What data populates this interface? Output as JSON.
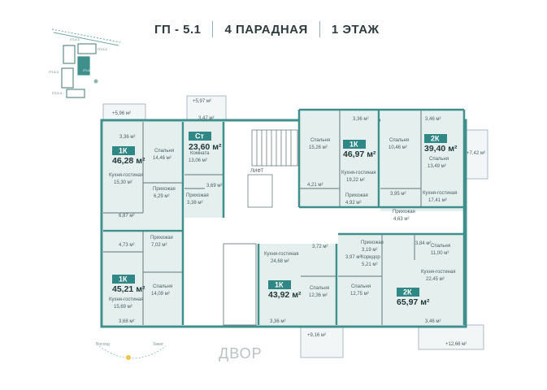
{
  "header": {
    "building": "ГП - 5.1",
    "entrance": "4 ПАРАДНАЯ",
    "floor": "1 ЭТАЖ"
  },
  "minimap": {
    "labels": [
      "ГП-5.1",
      "ГП-5.2",
      "ГП-5.3",
      "ГП-5.4",
      "ГП-6.1"
    ]
  },
  "court_label": "ДВОР",
  "compass": {
    "left": "Восход",
    "right": "Закат"
  },
  "colors": {
    "wall": "#3f8f8c",
    "apartment_fill": "#e4efee",
    "badge": "#2f8885",
    "terrace": "#f3f6f6"
  },
  "apartments": [
    {
      "id": "a1",
      "type": "1К",
      "area": "46,28 м²"
    },
    {
      "id": "a2",
      "type": "Ст",
      "area": "23,60 м²"
    },
    {
      "id": "a3",
      "type": "1К",
      "area": "46,97 м²"
    },
    {
      "id": "a4",
      "type": "2К",
      "area": "39,40 м²"
    },
    {
      "id": "a5",
      "type": "1К",
      "area": "45,21 м²"
    },
    {
      "id": "a6",
      "type": "1К",
      "area": "43,92 м²"
    },
    {
      "id": "a7",
      "type": "2К",
      "area": "65,97 м²"
    }
  ],
  "rooms": [
    {
      "name": "Спальня",
      "area": "14,46 м²"
    },
    {
      "name": "Кухня-гостиная",
      "area": "15,30 м²"
    },
    {
      "name": "Прихожая",
      "area": "6,29 м²"
    },
    {
      "name": "Комната",
      "area": "13,06 м²"
    },
    {
      "name": "Прихожая",
      "area": "3,38 м²"
    },
    {
      "name": "Спальня",
      "area": "15,26 м²"
    },
    {
      "name": "Кухня-гостиная",
      "area": "19,22 м²"
    },
    {
      "name": "Прихожая",
      "area": "4,92 м²"
    },
    {
      "name": "Спальня",
      "area": "10,46 м²"
    },
    {
      "name": "Спальня",
      "area": "13,49 м²"
    },
    {
      "name": "Кухня-гостиная",
      "area": "17,41 м²"
    },
    {
      "name": "Прихожая",
      "area": "4,63 м²"
    },
    {
      "name": "Прихожая",
      "area": "7,02 м²"
    },
    {
      "name": "Спальня",
      "area": "14,09 м²"
    },
    {
      "name": "Кухня-гостиная",
      "area": "15,69 м²"
    },
    {
      "name": "Кухня-гостиная",
      "area": "24,68 м²"
    },
    {
      "name": "Спальня",
      "area": "12,36 м²"
    },
    {
      "name": "Прихожая",
      "area": "3,19 м²"
    },
    {
      "name": "Коридор",
      "area": "5,21 м²"
    },
    {
      "name": "Спальня",
      "area": "11,00 м²"
    },
    {
      "name": "Кухня-гостиная",
      "area": "22,45 м²"
    },
    {
      "name": "Спальня",
      "area": "12,75 м²"
    }
  ],
  "small_areas": [
    "3,36 м²",
    "3,47 м²",
    "3,69 м²",
    "6,87 м²",
    "4,21 м²",
    "3,36 м²",
    "3,95 м²",
    "3,46 м²",
    "4,73 м²",
    "3,72 м²",
    "3,84 м²",
    "3,97 м²",
    "3,68 м²",
    "3,36 м²",
    "3,46 м²"
  ],
  "balconies": [
    "+5,96 м²",
    "+5,97 м²",
    "+7,42 м²",
    "+9,16 м²",
    "+12,66 м²"
  ],
  "lift_label": "ЛИФТ"
}
